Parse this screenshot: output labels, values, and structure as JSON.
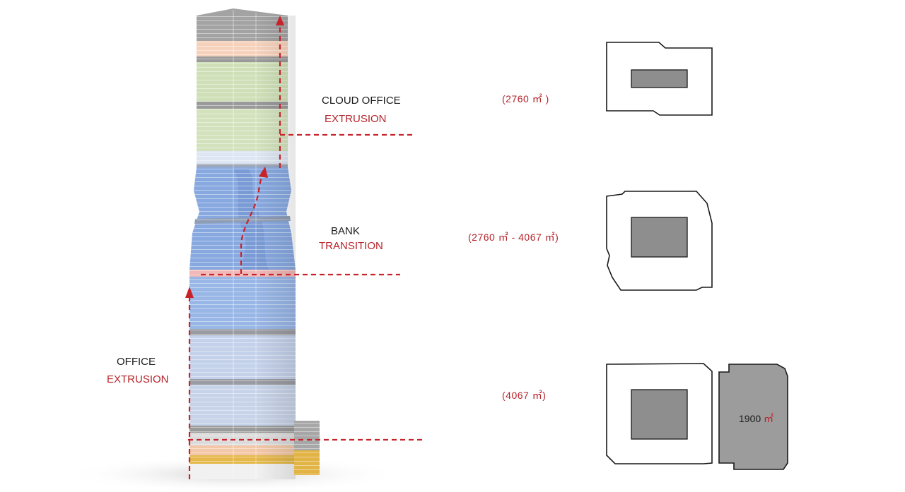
{
  "tower_labels": {
    "cloud_title": "CLOUD OFFICE",
    "cloud_sub": "EXTRUSION",
    "bank_title": "BANK",
    "bank_sub": "TRANSITION",
    "office_title": "OFFICE",
    "office_sub": "EXTRUSION"
  },
  "floor_plans": [
    {
      "name": "cloud-office",
      "area": "(2760 ㎡ )"
    },
    {
      "name": "bank",
      "area": "(2760 ㎡ - 4067 ㎡)"
    },
    {
      "name": "office",
      "area": "(4067 ㎡)"
    }
  ],
  "annex": {
    "value": "1900",
    "unit": "㎡"
  },
  "colors": {
    "accent_red": "#c8222a",
    "cloud_green": "#cfe0b8",
    "peach": "#f6d2bd",
    "bank_blue": "#88a9e0",
    "office_blue": "#bccbe6",
    "gold": "#e4b84a",
    "core_gray": "#8e8e8e"
  }
}
